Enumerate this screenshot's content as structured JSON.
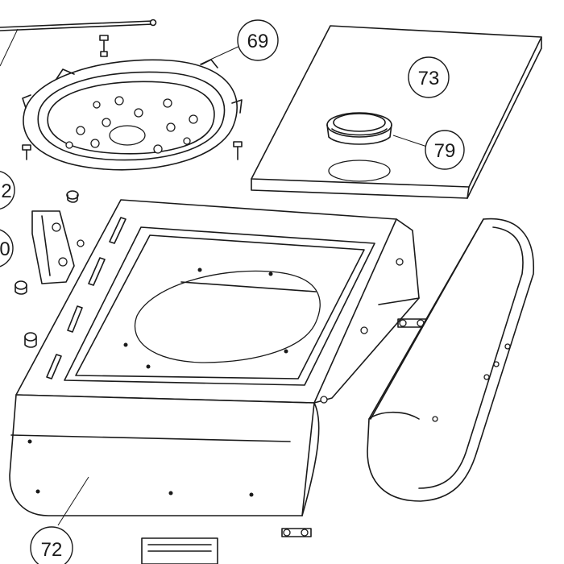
{
  "callouts": [
    {
      "id": "69",
      "label": "69"
    },
    {
      "id": "73",
      "label": "73"
    },
    {
      "id": "79",
      "label": "79",
      "highlighted": true
    },
    {
      "id": "72",
      "label": "72"
    },
    {
      "id": "12-partial",
      "label": "2"
    },
    {
      "id": "10-partial",
      "label": "0"
    }
  ],
  "colors": {
    "highlight": "#f7f200",
    "line": "#1a1a1a",
    "background": "#ffffff"
  }
}
